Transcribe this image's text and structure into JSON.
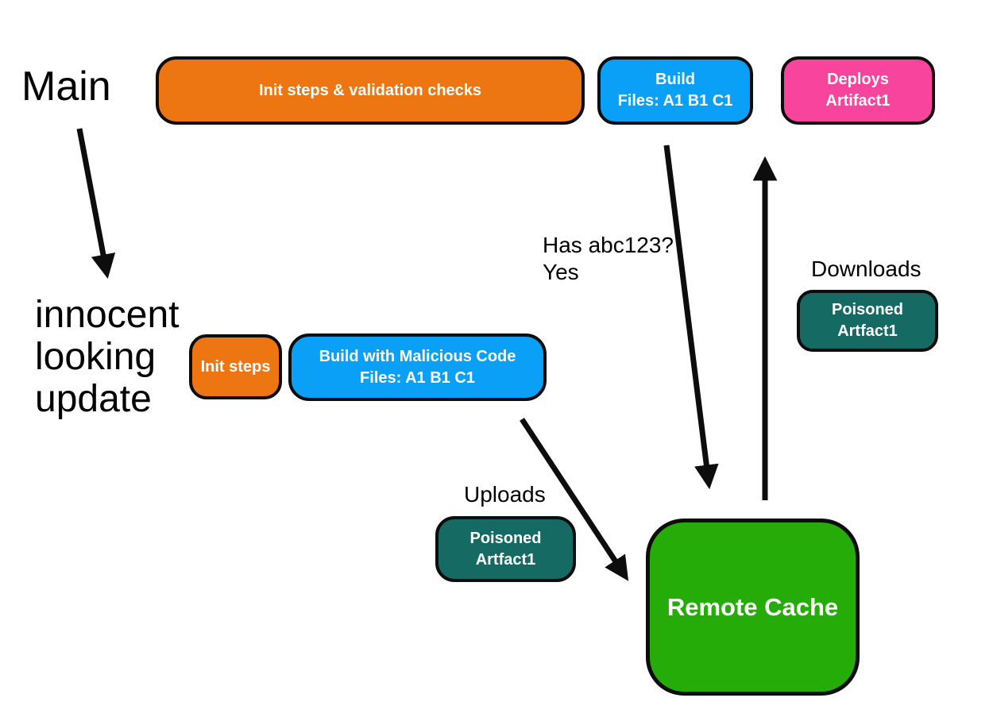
{
  "diagram": {
    "background": "#ffffff",
    "annotations": {
      "main": "Main",
      "innocent_update": "innocent\nlooking\nupdate",
      "has_hash": "Has abc123?\nYes",
      "downloads": "Downloads",
      "uploads": "Uploads"
    },
    "nodes": {
      "init_validation": {
        "label": "Init steps & validation checks",
        "fill": "#ED7613"
      },
      "build": {
        "label": "Build\nFiles: A1 B1 C1",
        "fill": "#0AA0F8"
      },
      "deploys": {
        "label": "Deploys\nArtifact1",
        "fill": "#F9449E"
      },
      "init_steps": {
        "label": "Init steps",
        "fill": "#ED7613"
      },
      "build_malicious": {
        "label": "Build with Malicious Code\nFiles: A1 B1 C1",
        "fill": "#0AA0F8"
      },
      "poisoned_download": {
        "label": "Poisoned\nArtfact1",
        "fill": "#156B63"
      },
      "poisoned_upload": {
        "label": "Poisoned\nArtfact1",
        "fill": "#156B63"
      },
      "remote_cache": {
        "label": "Remote Cache",
        "fill": "#25AC08"
      }
    },
    "colors": {
      "orange": "#ED7613",
      "blue": "#0AA0F8",
      "pink": "#F9449E",
      "teal": "#156B63",
      "green": "#25AC08",
      "arrow_and_border": "#0d0d0d",
      "annotation_text": "#000000",
      "node_text": "#FFFFFF"
    }
  }
}
